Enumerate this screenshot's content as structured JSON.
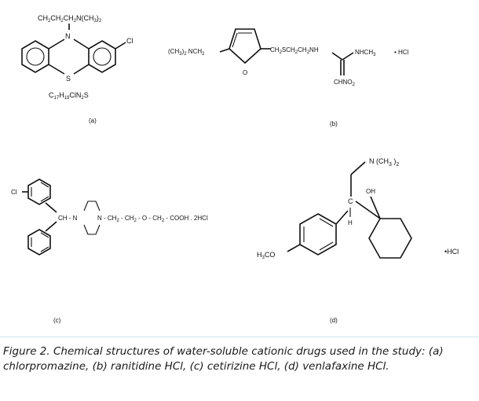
{
  "panels": {
    "a": {
      "side_chain": "CH2CH2CH2N(CH3)2",
      "n_atom": "N",
      "s_atom": "S",
      "cl_atom": "Cl",
      "formula": "C17H19ClN2S",
      "label": "(a)"
    },
    "b": {
      "left_group": "(CH3)2 NCH2",
      "o_atom": "O",
      "chain": "CH2SCH2CH2NH",
      "right_group": "NHCH3",
      "salt": "•  HCl",
      "bottom_group": "CHNO2",
      "label": "(b)"
    },
    "c": {
      "cl_atom": "Cl",
      "ch_n": "CH - N",
      "chain": "N - CH2 - CH2 - O - CH2 - COOH . 2HCl",
      "label": "(c)"
    },
    "d": {
      "amine": "N (CH3 )2",
      "oh": "OH",
      "c_atom": "C",
      "h_atom": "H",
      "methoxy": "H3CO",
      "salt": "•HCl",
      "label": "(d)"
    }
  },
  "caption": "Figure 2. Chemical structures of water-soluble cationic drugs used in the study:  (a) chlorpromazine, (b) ranitidine HCl, (c) cetirizine HCl, (d) venlafaxine HCl."
}
